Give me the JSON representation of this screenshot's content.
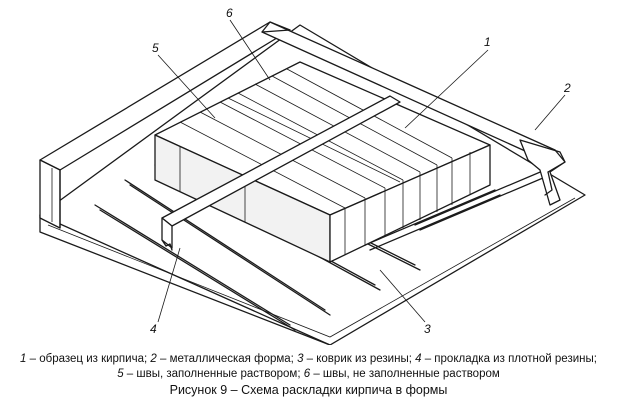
{
  "figure": {
    "callouts": [
      {
        "id": "1",
        "label": "1"
      },
      {
        "id": "2",
        "label": "2"
      },
      {
        "id": "3",
        "label": "3"
      },
      {
        "id": "4",
        "label": "4"
      },
      {
        "id": "5",
        "label": "5"
      },
      {
        "id": "6",
        "label": "6"
      }
    ]
  },
  "legend": {
    "line1": [
      {
        "num": "1",
        "text": " – образец из кирпича; "
      },
      {
        "num": "2",
        "text": " – металлическая форма; "
      },
      {
        "num": "3",
        "text": " – коврик из резины; "
      },
      {
        "num": "4",
        "text": " – прокладка из плотной резины;"
      }
    ],
    "line2": [
      {
        "num": "5",
        "text": " – швы, заполненные раствором; "
      },
      {
        "num": "6",
        "text": " – швы, не заполненные раствором"
      }
    ]
  },
  "title": "Рисунок 9 – Схема раскладки кирпича в формы"
}
